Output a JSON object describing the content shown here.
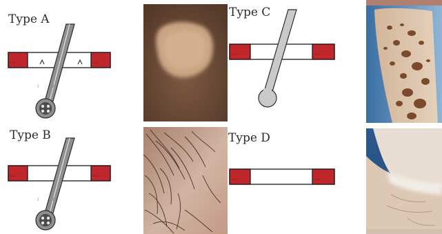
{
  "panels": [
    {
      "id": "a",
      "label": "Type A",
      "colors": {
        "melanocyte": "#c0272d",
        "shaft": "#8f8f8f"
      }
    },
    {
      "id": "b",
      "label": "Type B",
      "colors": {
        "melanocyte": "#c0272d",
        "shaft": "#8f8f8f"
      }
    },
    {
      "id": "c",
      "label": "Type C",
      "colors": {
        "melanocyte": "#c0272d",
        "shaft": "#c9c9c9"
      }
    },
    {
      "id": "d",
      "label": "Type D",
      "colors": {
        "melanocyte": "#c0272d"
      }
    }
  ],
  "photos": [
    {
      "id": "a",
      "subject": "hypopigmented-patch-on-brown-skin"
    },
    {
      "id": "b",
      "subject": "depigmented-skin-with-dark-hairs"
    },
    {
      "id": "c",
      "subject": "leg-with-pigmented-islands"
    },
    {
      "id": "d",
      "subject": "depigmented-wrist"
    }
  ]
}
